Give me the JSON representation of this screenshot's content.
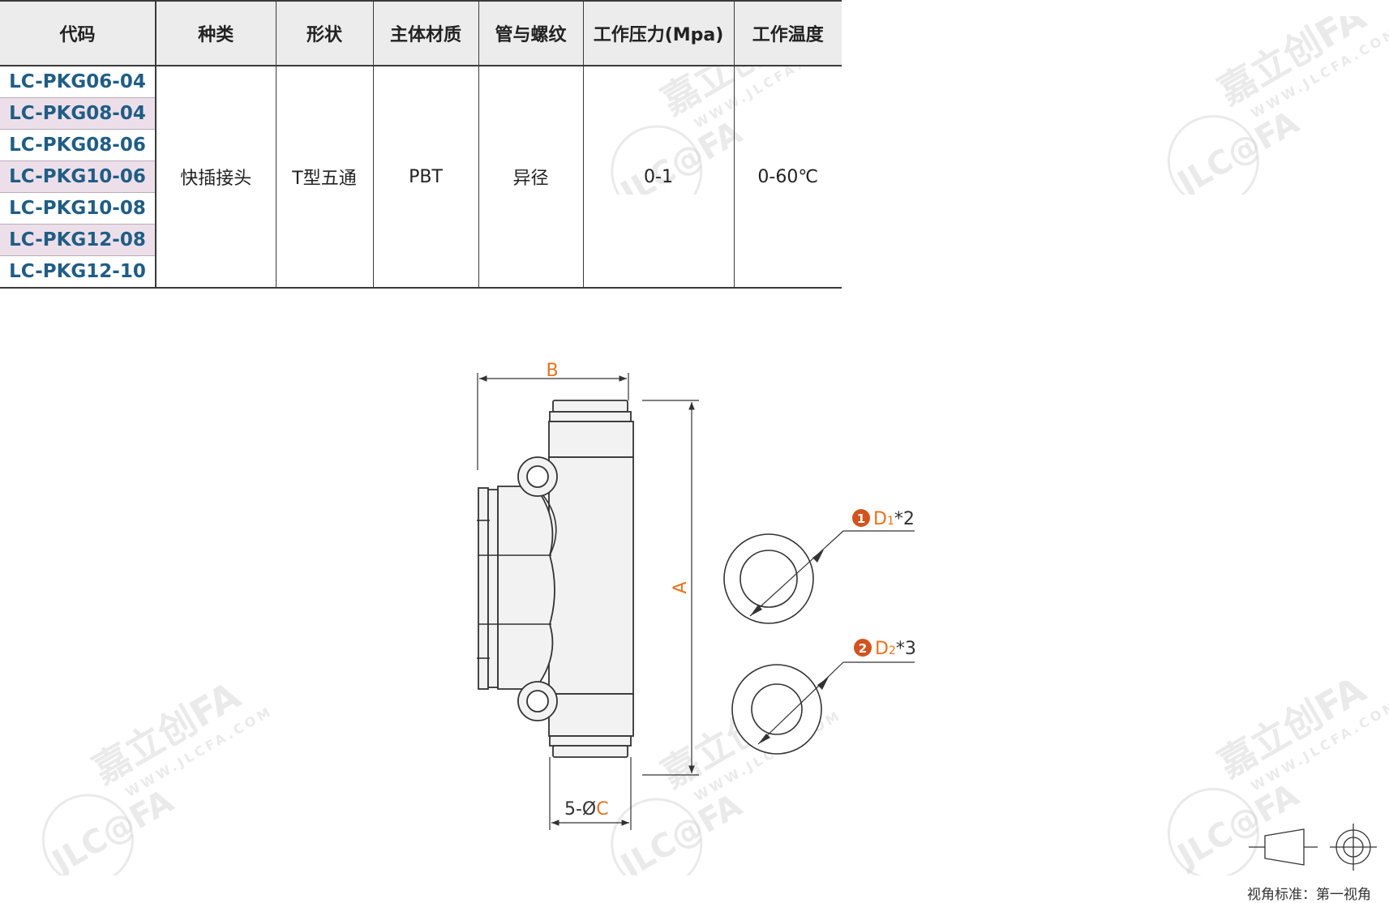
{
  "table": {
    "headers": [
      "代码",
      "种类",
      "形状",
      "主体材质",
      "管与螺纹",
      "工作压力(Mpa)",
      "工作温度"
    ],
    "codes": [
      "LC-PKG06-04",
      "LC-PKG08-04",
      "LC-PKG08-06",
      "LC-PKG10-06",
      "LC-PKG10-08",
      "LC-PKG12-08",
      "LC-PKG12-10"
    ],
    "type": "快插接头",
    "shape": "T型五通",
    "material": "PBT",
    "tube_thread": "异径",
    "pressure": "0-1",
    "temperature": "0-60℃"
  },
  "drawing": {
    "label_b": "B",
    "label_a": "A",
    "label_c_prefix": "5-Ø",
    "label_c": "C",
    "d1_num": "1",
    "d1_label": "D",
    "d1_sub": "1",
    "d1_count": "*2",
    "d2_num": "2",
    "d2_label": "D",
    "d2_sub": "2",
    "d2_count": "*3"
  },
  "view_standard": "视角标准：第一视角",
  "watermark": {
    "logo": "JLC@FA",
    "brand": "嘉立创FA",
    "url": "WWW.JLCFA.COM"
  },
  "colors": {
    "code_text": "#1f5d85",
    "row_highlight": "#eddfea",
    "header_bg": "#ececec",
    "dimension_accent": "#e8721c",
    "badge": "#d2531f"
  }
}
